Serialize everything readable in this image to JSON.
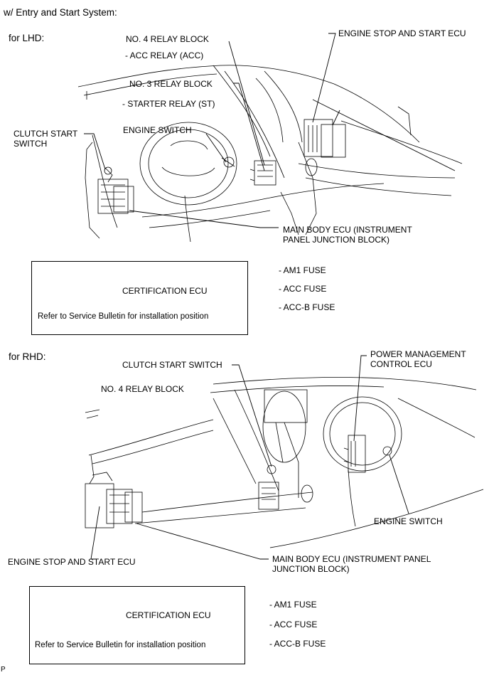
{
  "heading": "w/ Entry and Start System:",
  "lhd": {
    "section_label": "for LHD:",
    "labels": {
      "relay4": "NO. 4 RELAY BLOCK",
      "acc_relay": "- ACC RELAY (ACC)",
      "relay3": "NO. 3 RELAY BLOCK",
      "starter_relay": "- STARTER RELAY (ST)",
      "engine_stop_start_ecu": "ENGINE STOP AND START ECU",
      "clutch_start_switch": "CLUTCH START\nSWITCH",
      "engine_switch": "ENGINE SWITCH",
      "main_body_ecu": "MAIN BODY ECU (INSTRUMENT\nPANEL JUNCTION BLOCK)"
    },
    "fuses": [
      "- AM1 FUSE",
      "- ACC FUSE",
      "- ACC-B FUSE"
    ],
    "cert_box": {
      "title": "CERTIFICATION ECU",
      "note": "Refer to Service Bulletin for installation position"
    }
  },
  "rhd": {
    "section_label": "for RHD:",
    "labels": {
      "clutch_start_switch": "CLUTCH START SWITCH",
      "relay4": "NO. 4 RELAY BLOCK",
      "power_mgmt_ecu": "POWER MANAGEMENT\nCONTROL ECU",
      "engine_switch": "ENGINE SWITCH",
      "engine_stop_start_ecu": "ENGINE STOP AND START ECU",
      "main_body_ecu": "MAIN BODY ECU (INSTRUMENT PANEL\nJUNCTION BLOCK)"
    },
    "fuses": [
      "- AM1 FUSE",
      "- ACC FUSE",
      "- ACC-B FUSE"
    ],
    "cert_box": {
      "title": "CERTIFICATION ECU",
      "note": "Refer to Service Bulletin for installation position"
    }
  },
  "footer_mark": "P"
}
